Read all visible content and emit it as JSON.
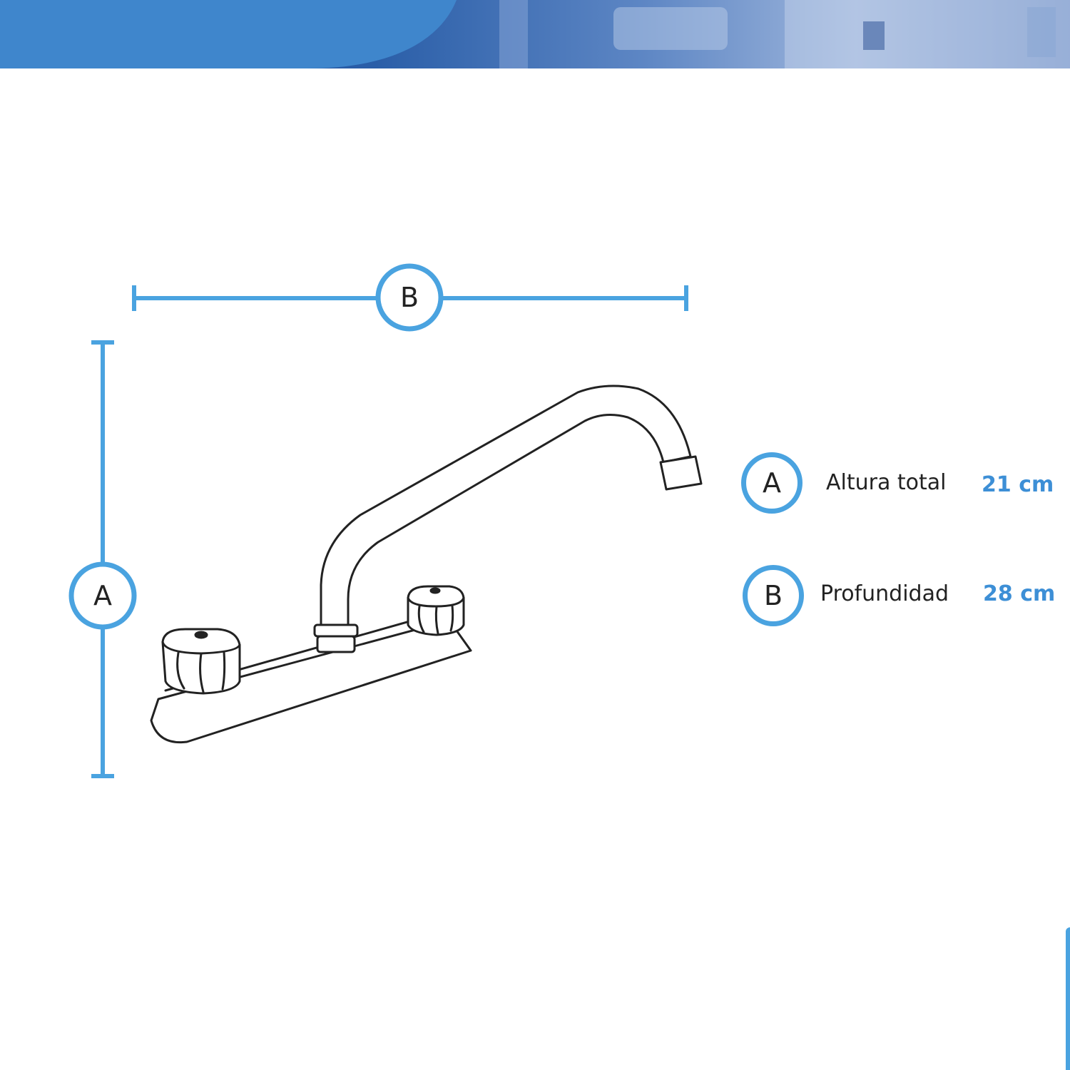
{
  "diagram": {
    "dimension_top_letter": "B",
    "dimension_left_letter": "A"
  },
  "specs": [
    {
      "letter": "A",
      "label": "Altura total",
      "value": "21 cm"
    },
    {
      "letter": "B",
      "label": "Profundidad",
      "value": "28 cm"
    }
  ],
  "colors": {
    "accent": "#4aa3e0",
    "value_text": "#3d8fd6",
    "banner_dark": "#1f4f9a",
    "banner_light": "#4b8ed0",
    "outline": "#222222"
  }
}
